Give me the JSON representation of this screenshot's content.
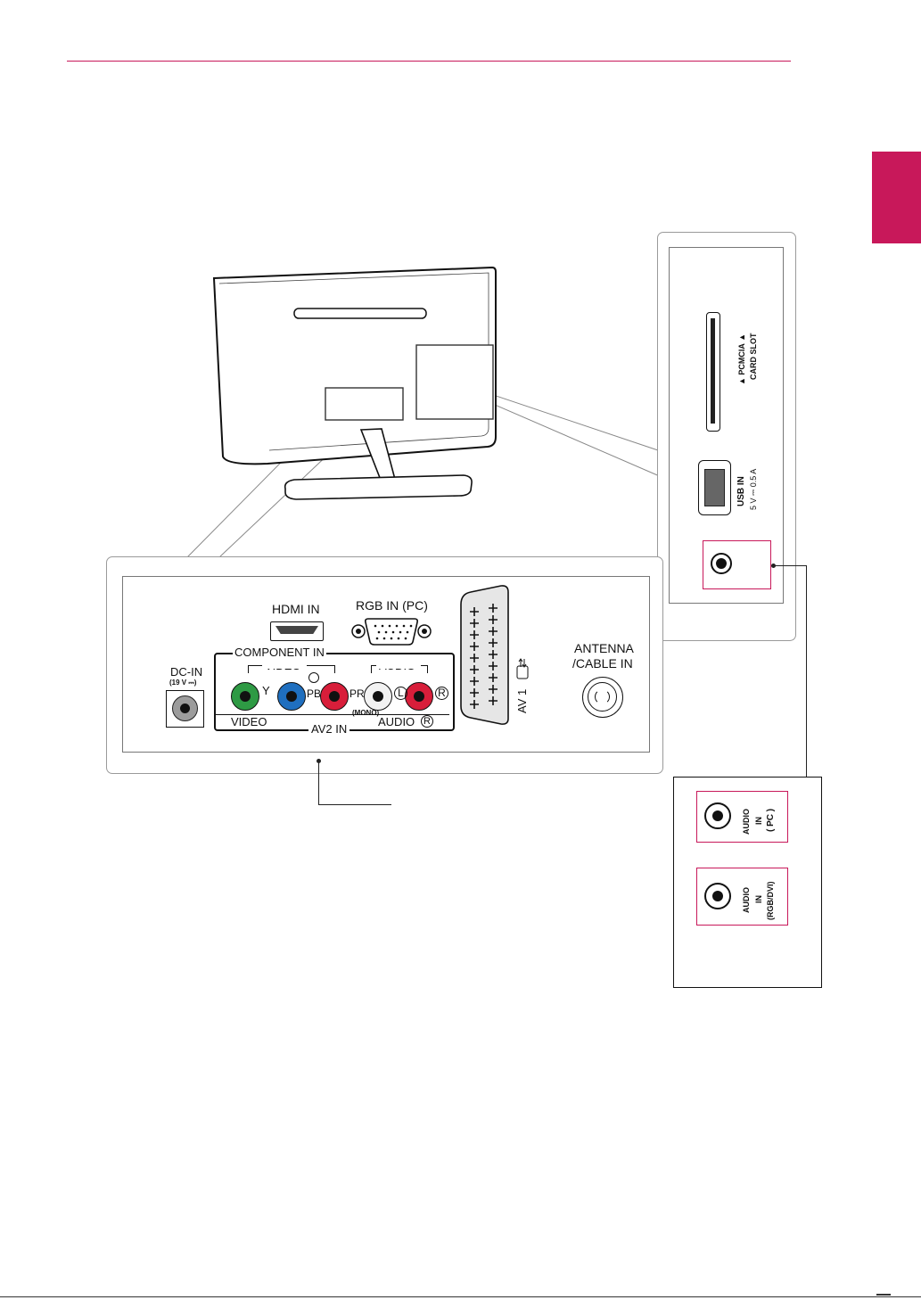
{
  "labels": {
    "hdmi_in": "HDMI IN",
    "rgb_in": "RGB IN (PC)",
    "component_in": "COMPONENT IN",
    "video_group": "VIDEO",
    "audio_group": "AUDIO",
    "dc_in": "DC-IN",
    "dc_rating": "(19 V ⎓)",
    "y": "Y",
    "pb": "PB",
    "pr": "PR",
    "l": "L",
    "r": "R",
    "mono": "(MONO)",
    "video_bottom": "VIDEO",
    "audio_bottom": "AUDIO",
    "r_bottom": "R",
    "av2_in": "AV2 IN",
    "av1": "AV 1",
    "antenna": "ANTENNA",
    "cable_in": "/CABLE IN",
    "pcmcia_line1": "▲ PCMCIA ▲",
    "pcmcia_line2": "CARD SLOT",
    "usb_in": "USB IN",
    "usb_rating": "5 V ⎓ 0.5 A",
    "audio_pc_1": "AUDIO",
    "audio_pc_2": "IN",
    "audio_pc_3": "( PC )",
    "audio_dvi_1": "AUDIO",
    "audio_dvi_2": "IN",
    "audio_dvi_3": "(RGB/DVI)"
  },
  "colors": {
    "accent": "#c8185a",
    "jack_green": "#2e9a44",
    "jack_blue": "#1f6fbf",
    "jack_red": "#d81e3a",
    "jack_white": "#f2f2f2",
    "jack_gray": "#9c9c9c"
  }
}
